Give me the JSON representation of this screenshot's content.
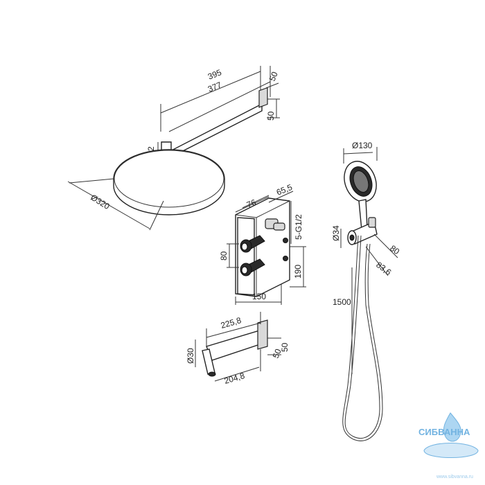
{
  "dimensions": {
    "arm_length_total": "395",
    "arm_length": "377",
    "wall_flange_width": "50",
    "wall_flange_height": "50",
    "arm_diameter": "Ø22",
    "head_diameter": "Ø320",
    "mixer_depth": "76",
    "mixer_depth_2": "65,5",
    "mixer_connections": "5-G1/2",
    "mixer_knob_spacing": "80",
    "mixer_height": "190",
    "mixer_width": "150",
    "spout_length_total": "225,8",
    "spout_length": "204,8",
    "spout_diameter": "Ø30",
    "spout_flange_h": "50",
    "spout_flange_w": "50",
    "hand_diameter": "Ø130",
    "holder_diameter": "Ø34",
    "holder_depth": "80",
    "holder_offset": "83,6",
    "hose_length": "1500"
  },
  "watermark": {
    "brand": "СИБВАННА",
    "url": "www.sibvanna.ru",
    "accent": "#5aa6dc"
  }
}
